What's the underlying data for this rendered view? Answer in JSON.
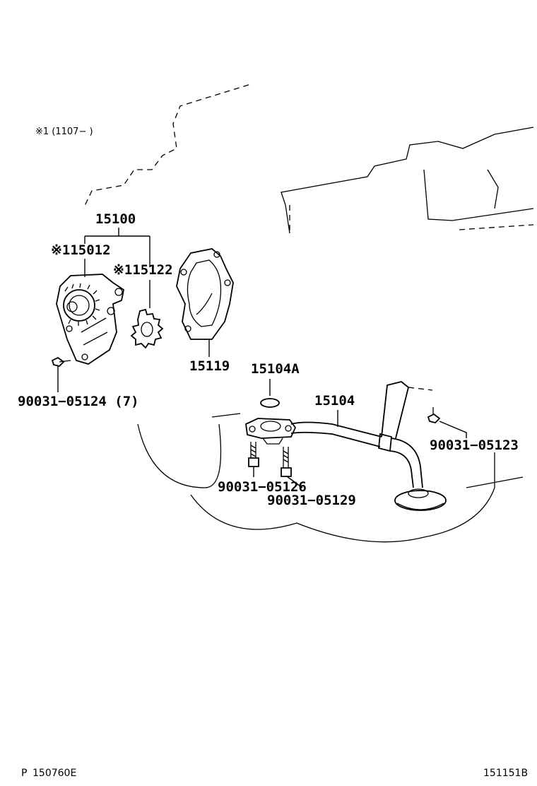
{
  "note": "※1 (1107−      )",
  "labels": {
    "p15100": "15100",
    "p15012": "※115012",
    "p15122": "※115122",
    "p15119": "15119",
    "p15104A": "15104A",
    "p15104": "15104",
    "b05124": "90031−05124 (7)",
    "b05123": "90031−05123",
    "b05126": "90031−05126",
    "b05129": "90031−05129"
  },
  "footer": {
    "left_prefix": "P",
    "left_code": "150760E",
    "right_code": "151151B"
  }
}
